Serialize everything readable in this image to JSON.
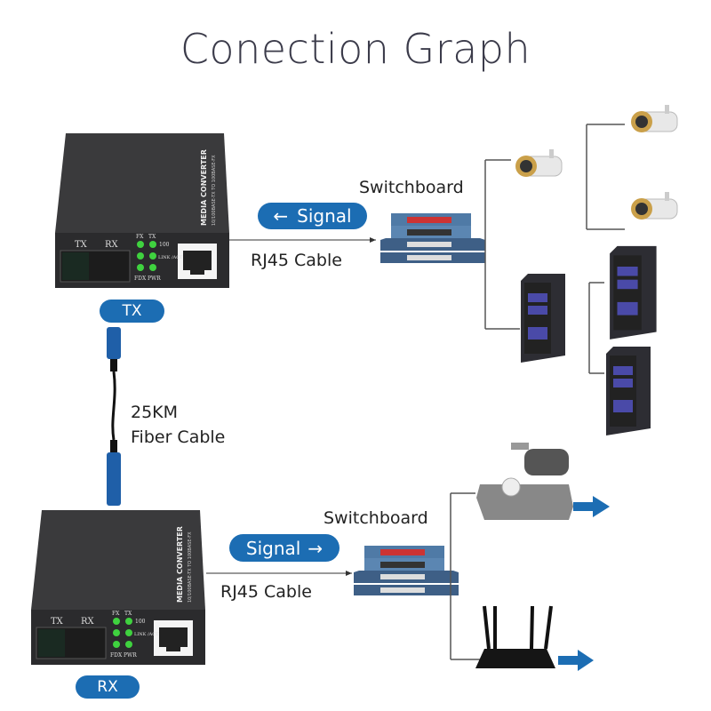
{
  "title": "Conection Graph",
  "top": {
    "converter_label": "TX",
    "signal_label": "Signal",
    "signal_direction": "left",
    "cable_label": "RJ45 Cable",
    "switch_label": "Switchboard",
    "devices": [
      "camera",
      "camera",
      "camera",
      "computer",
      "computer",
      "computer"
    ]
  },
  "fiber": {
    "distance": "25KM",
    "label": "Fiber Cable"
  },
  "bottom": {
    "converter_label": "RX",
    "signal_label": "Signal",
    "signal_direction": "right",
    "cable_label": "RJ45 Cable",
    "switch_label": "Switchboard",
    "devices": [
      "nvr-with-cameras",
      "wifi-router"
    ]
  },
  "converter": {
    "brand_text": "MEDIA CONVERTER",
    "spec_text": "10/100BASE-TX TO 100BASE-FX",
    "port_tx": "TX",
    "port_rx": "RX",
    "led_labels": [
      "FX",
      "TX",
      "100",
      "LINK /ACT",
      "FDX",
      "PWR"
    ]
  },
  "colors": {
    "accent": "#1c6db3",
    "line": "#555555",
    "led": "#3fd23f",
    "device_body": "#2e2e2e"
  }
}
